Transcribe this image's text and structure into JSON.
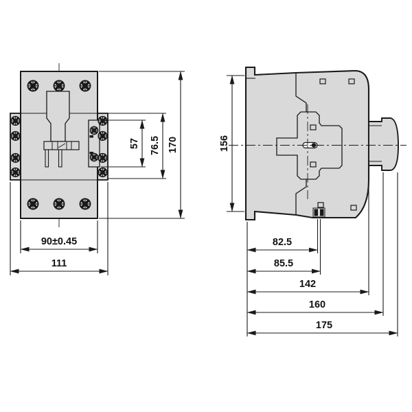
{
  "drawing": {
    "type": "technical-dimension-drawing",
    "colors": {
      "body_fill": "#d9d9d9",
      "line": "#1a1a1a",
      "background": "#ffffff"
    },
    "icons": {
      "screw": "phillips-screw-icon"
    },
    "front_view": {
      "dim_mounting_width": "90±0.45",
      "dim_overall_width": "111",
      "dim_aux_height": "57",
      "dim_flange_height": "76.5",
      "dim_overall_height": "170"
    },
    "side_view": {
      "dim_mounting_height": "156",
      "dim_depth_a": "82.5",
      "dim_depth_b": "85.5",
      "dim_depth_c": "142",
      "dim_depth_d": "160",
      "dim_depth_e": "175"
    }
  }
}
